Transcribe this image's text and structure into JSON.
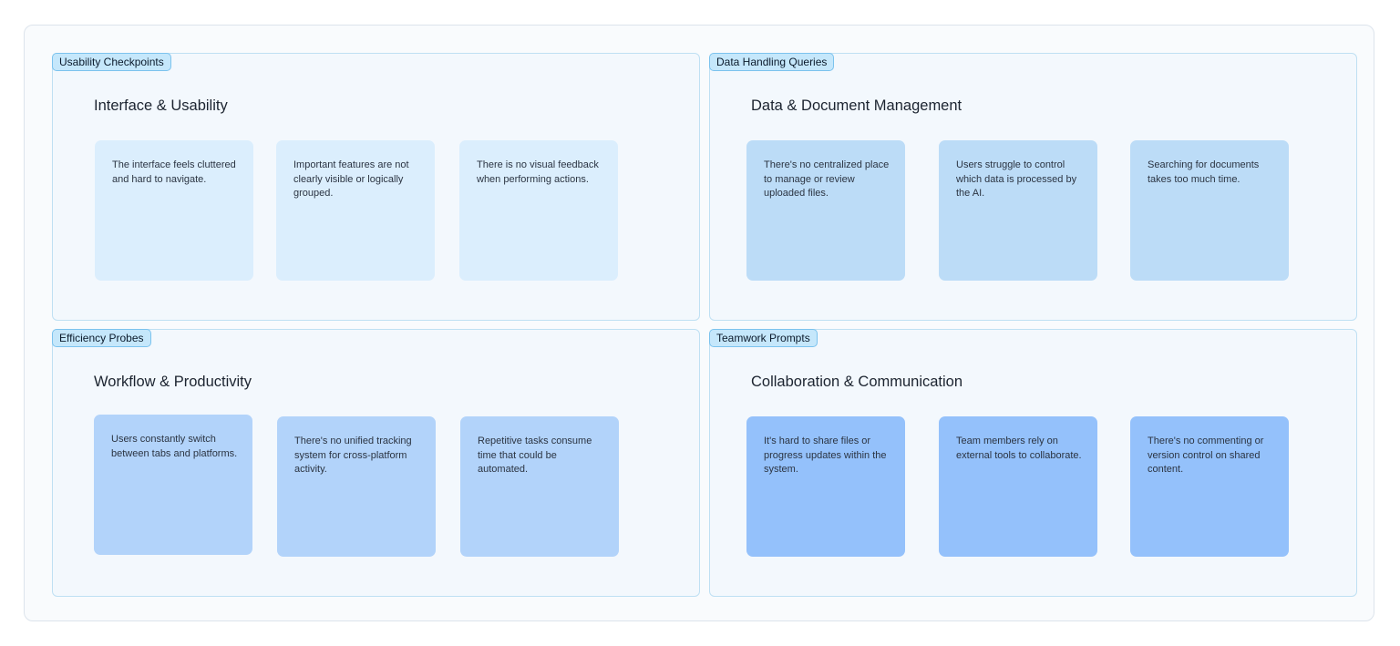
{
  "sections": [
    {
      "tag": "Usability Checkpoints",
      "title": "Interface & Usability",
      "notes": [
        "The interface feels cluttered and hard to navigate.",
        "Important features are not clearly visible or logically grouped.",
        "There is no visual feedback when performing actions."
      ]
    },
    {
      "tag": "Data Handling Queries",
      "title": "Data & Document Management",
      "notes": [
        "There's no centralized place to manage or review uploaded files.",
        "Users struggle to control which data is processed by the AI.",
        "Searching for documents takes too much time."
      ]
    },
    {
      "tag": "Efficiency Probes",
      "title": "Workflow & Productivity",
      "notes": [
        "Users constantly switch between tabs and platforms.",
        "There's no unified tracking system for cross-platform activity.",
        "Repetitive tasks consume time that could be automated."
      ]
    },
    {
      "tag": "Teamwork Prompts",
      "title": "Collaboration & Communication",
      "notes": [
        "It's hard to share files or progress updates within the system.",
        "Team members rely on external tools to collaborate.",
        "There's no commenting or version control on shared content."
      ]
    }
  ],
  "colors": {
    "usability_note": "#dbeefd",
    "data_note": "#bcdcf7",
    "workflow_note": "#b2d3fa",
    "collaboration_note": "#94c1fb",
    "section_border": "#bfe0f3",
    "tag_background": "#c5e7fb"
  }
}
